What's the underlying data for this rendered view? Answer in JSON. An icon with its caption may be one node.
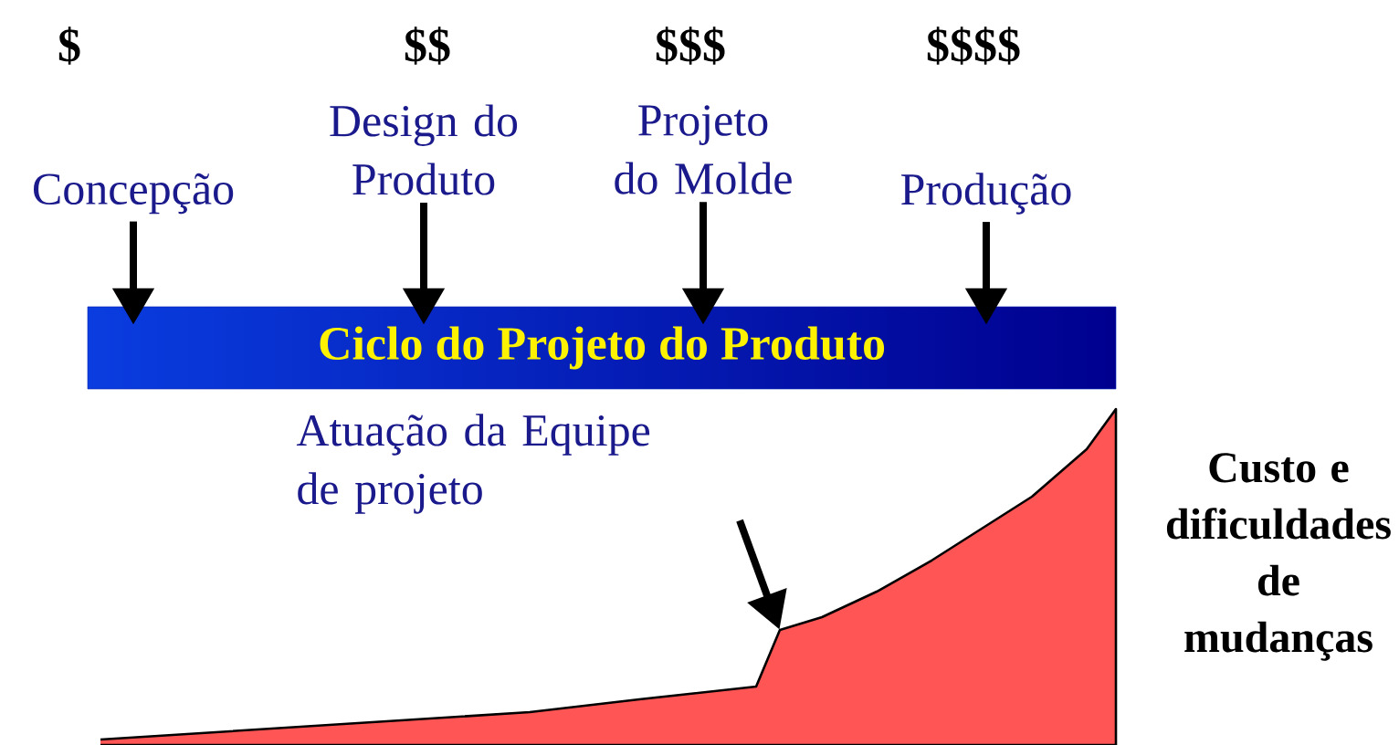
{
  "diagram": {
    "nodes": [
      {
        "text": [
          "Concepção"
        ]
      },
      {
        "text": [
          "Design do Produto"
        ]
      },
      {
        "text": [
          "Projeto do Molde"
        ]
      },
      {
        "text": [
          "Produção"
        ]
      },
      {
        "text": [
          "Ciclo do Projeto do Produto"
        ]
      },
      {
        "text": [
          "Atuação da Equipe de projeto"
        ]
      },
      {
        "text": [],
        "shape": "area"
      }
    ],
    "edges": [
      {
        "from": 0,
        "to": 4,
        "arrow": "to"
      },
      {
        "from": 1,
        "to": 4,
        "arrow": "to"
      },
      {
        "from": 2,
        "to": 4,
        "arrow": "to"
      },
      {
        "from": 3,
        "to": 4,
        "arrow": "to"
      },
      {
        "from": 5,
        "to": 6,
        "arrow": "to"
      }
    ],
    "labels": [
      "$",
      "$$",
      "$$$",
      "$$$$",
      "Custo e dificuldades de mudanças"
    ]
  }
}
